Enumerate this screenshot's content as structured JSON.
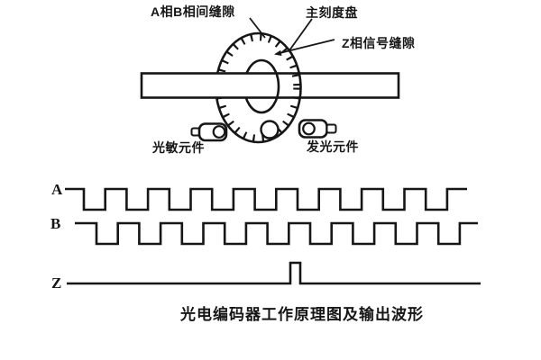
{
  "theme": {
    "ink": "#161616",
    "bg": "#ffffff"
  },
  "caption": "光电编码器工作原理图及输出波形",
  "diagram": {
    "labels": {
      "ab_gap": "A相B相间缝隙",
      "main_disk": "主刻度盘",
      "z_gap": "Z相信号缝隙",
      "photo_sensor": "光敏元件",
      "light_emitter": "发光元件"
    }
  },
  "waveforms": {
    "series": [
      {
        "label": "A",
        "type": "square",
        "start_x": 72,
        "end_x": 518,
        "first_fall_x": 93,
        "half_period": 23.7,
        "high_y": 210,
        "low_y": 233
      },
      {
        "label": "B",
        "type": "square",
        "start_x": 83,
        "end_x": 530,
        "first_fall_x": 107,
        "half_period": 23.7,
        "high_y": 248,
        "low_y": 271
      },
      {
        "label": "Z",
        "type": "pulse",
        "start_x": 74,
        "end_x": 533,
        "base_y": 315,
        "pulse_x": 322,
        "pulse_w": 11,
        "pulse_top_y": 292
      }
    ]
  }
}
